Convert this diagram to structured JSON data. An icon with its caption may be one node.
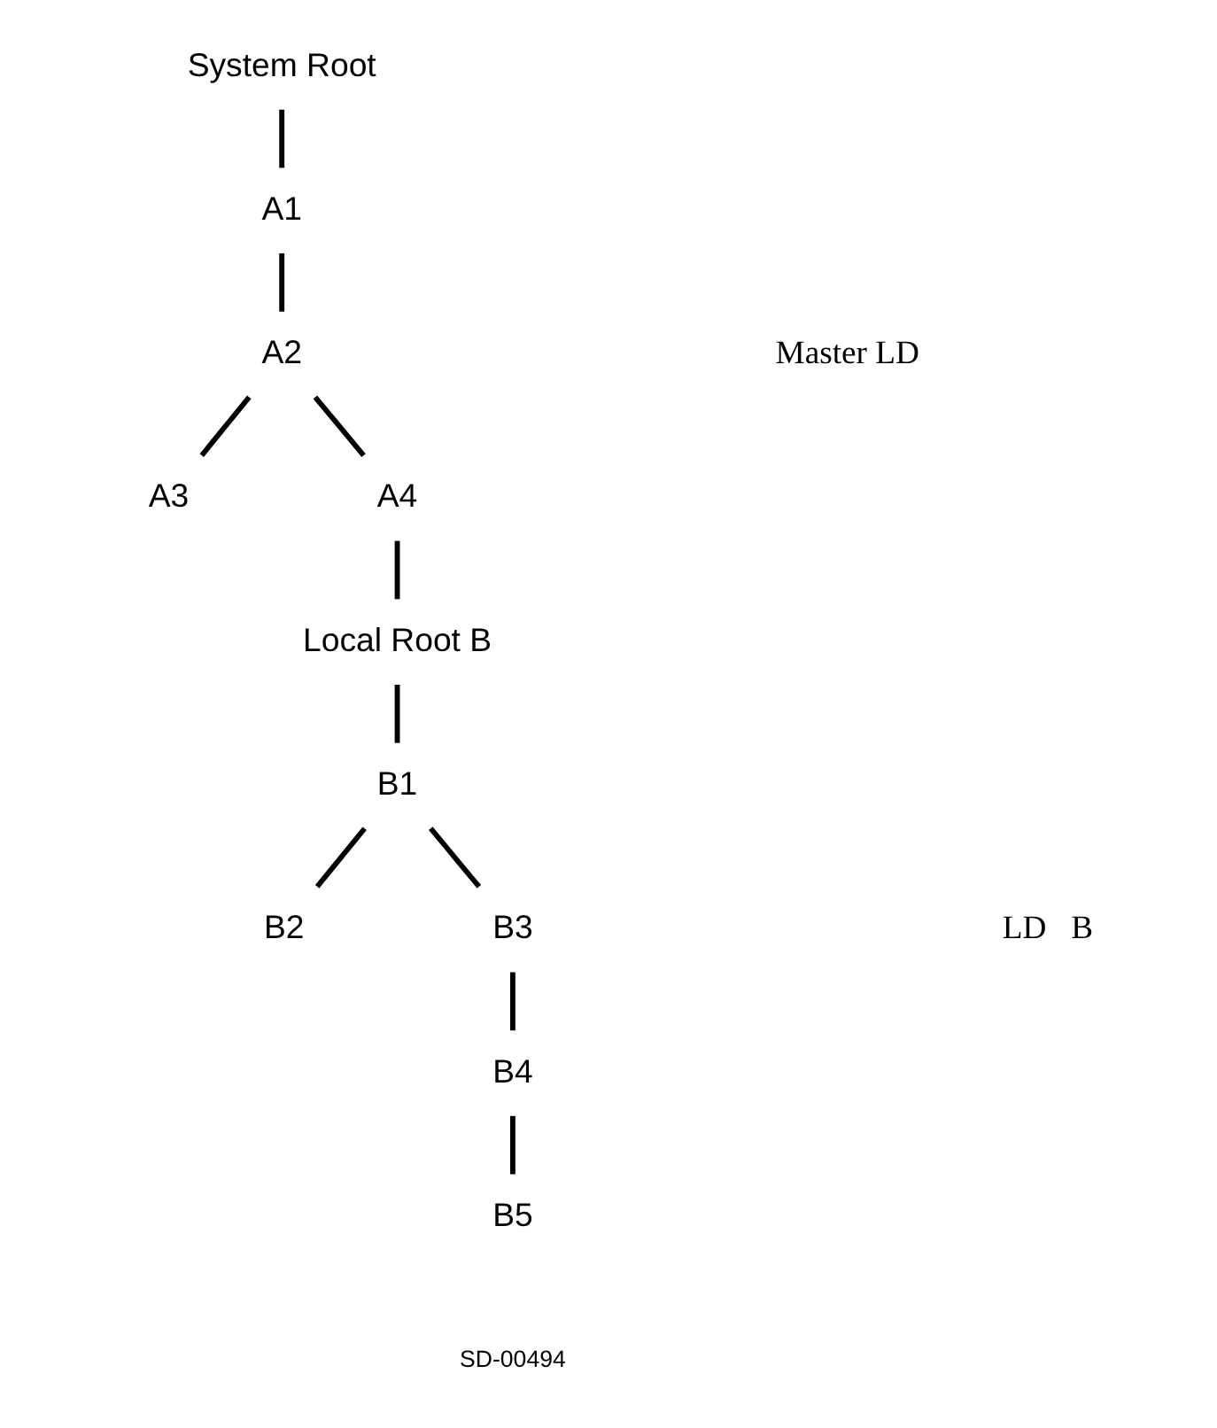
{
  "diagram": {
    "nodes": [
      {
        "text": [
          "System Root"
        ]
      },
      {
        "text": [
          "A1"
        ]
      },
      {
        "text": [
          "A2"
        ]
      },
      {
        "text": [
          "A3"
        ]
      },
      {
        "text": [
          "A4"
        ]
      },
      {
        "text": [
          "Local Root B"
        ]
      },
      {
        "text": [
          "B1"
        ]
      },
      {
        "text": [
          "B2"
        ]
      },
      {
        "text": [
          "B3"
        ]
      },
      {
        "text": [
          "B4"
        ]
      },
      {
        "text": [
          "B5"
        ]
      }
    ],
    "edges": [
      {
        "from": 0,
        "to": 1,
        "arrow": "none"
      },
      {
        "from": 1,
        "to": 2,
        "arrow": "none"
      },
      {
        "from": 2,
        "to": 3,
        "arrow": "none"
      },
      {
        "from": 2,
        "to": 4,
        "arrow": "none"
      },
      {
        "from": 4,
        "to": 5,
        "arrow": "none"
      },
      {
        "from": 5,
        "to": 6,
        "arrow": "none"
      },
      {
        "from": 6,
        "to": 7,
        "arrow": "none"
      },
      {
        "from": 6,
        "to": 8,
        "arrow": "none"
      },
      {
        "from": 8,
        "to": 9,
        "arrow": "none"
      },
      {
        "from": 9,
        "to": 10,
        "arrow": "none"
      }
    ],
    "labels": [
      "Master LD",
      "LD   B",
      "SD-00494"
    ]
  }
}
